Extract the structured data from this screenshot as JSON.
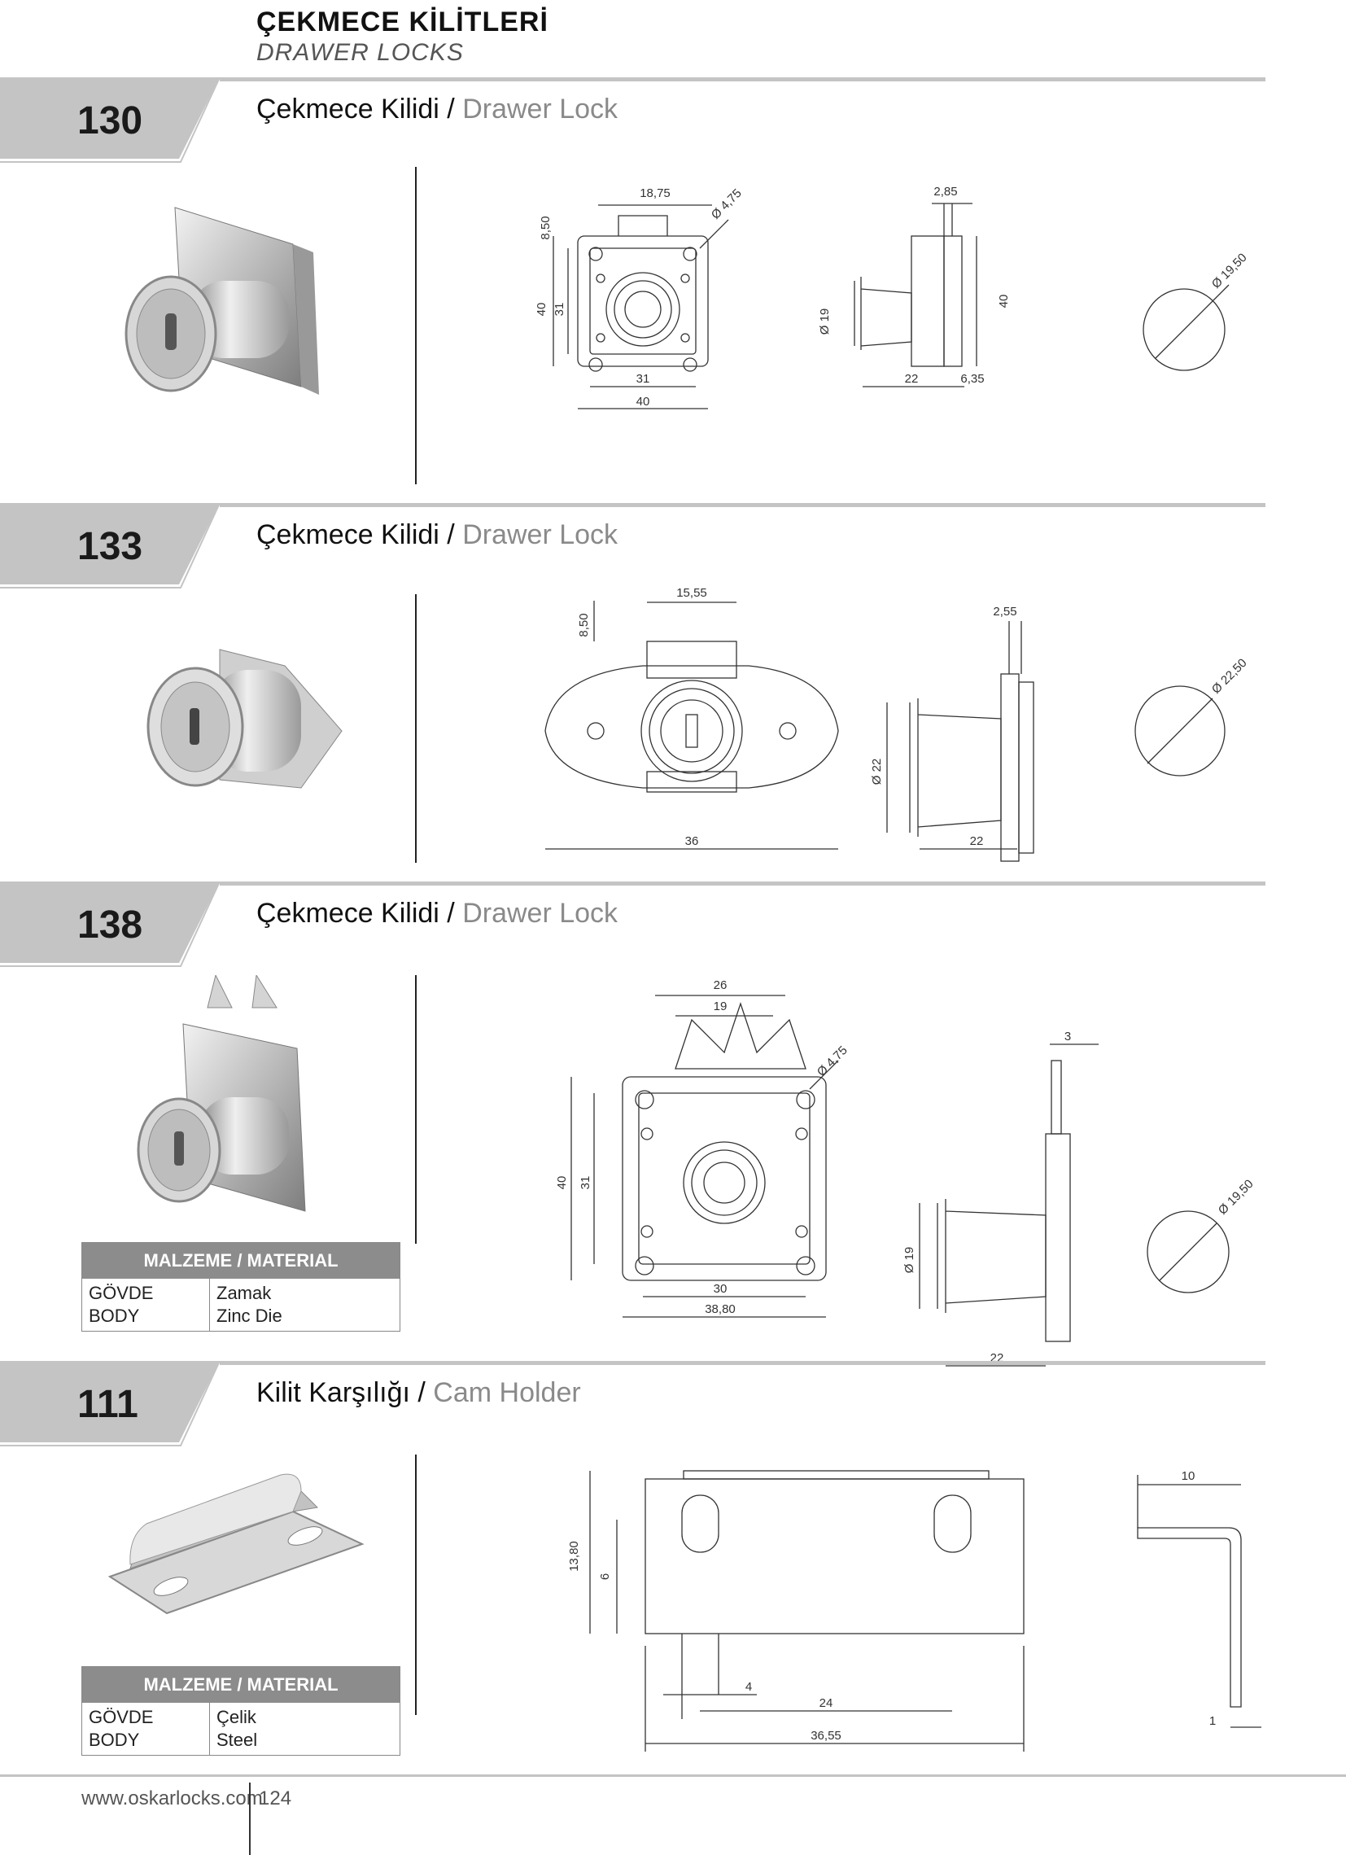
{
  "header": {
    "title": "ÇEKMECE KİLİTLERİ",
    "subtitle": "DRAWER LOCKS"
  },
  "sections": [
    {
      "code": "130",
      "title_tr": "Çekmece Kilidi",
      "sep": " / ",
      "title_en": "Drawer Lock",
      "dims": {
        "front_top": "18,75",
        "front_left_small": "8,50",
        "front_left_big": "40",
        "front_left_inner": "31",
        "front_hole": "Ø 4,75",
        "front_bottom_inner": "31",
        "front_bottom": "40",
        "side_top": "2,85",
        "side_dia": "Ø 19",
        "side_height": "40",
        "side_bottom_left": "22",
        "side_bottom_right": "6,35",
        "cut_dia": "Ø 19,50"
      }
    },
    {
      "code": "133",
      "title_tr": "Çekmece Kilidi",
      "sep": " / ",
      "title_en": "Drawer Lock",
      "dims": {
        "front_top": "15,55",
        "front_left_small": "8,50",
        "front_bottom": "36",
        "side_top": "2,55",
        "side_dia": "Ø 22",
        "side_bottom": "22",
        "cut_dia": "Ø 22,50"
      }
    },
    {
      "code": "138",
      "title_tr": "Çekmece Kilidi",
      "sep": " / ",
      "title_en": "Drawer Lock",
      "dims": {
        "front_top_outer": "26",
        "front_top_inner": "19",
        "front_hole": "Ø 4,75",
        "front_left_big": "40",
        "front_left_inner": "31",
        "front_bottom_inner": "30",
        "front_bottom": "38,80",
        "side_top": "3",
        "side_dia": "Ø 19",
        "side_bottom": "22",
        "cut_dia": "Ø 19,50"
      },
      "material": {
        "head": "MALZEME / MATERIAL",
        "label_tr": "GÖVDE",
        "label_en": "BODY",
        "value_tr": "Zamak",
        "value_en": "Zinc Die"
      }
    },
    {
      "code": "111",
      "title_tr": "Kilit Karşılığı",
      "sep": " / ",
      "title_en": "Cam Holder",
      "dims": {
        "left_big": "13,80",
        "left_small": "6",
        "slot": "4",
        "pitch": "24",
        "width": "36,55",
        "side_top": "10",
        "side_thk": "1"
      },
      "material": {
        "head": "MALZEME / MATERIAL",
        "label_tr": "GÖVDE",
        "label_en": "BODY",
        "value_tr": "Çelik",
        "value_en": "Steel"
      }
    }
  ],
  "footer": {
    "url": "www.oskarlocks.com",
    "page": "124"
  },
  "colors": {
    "tab_gray": "#c4c4c4",
    "title_gray": "#8a8a8a",
    "material_head": "#8c8c8c"
  }
}
